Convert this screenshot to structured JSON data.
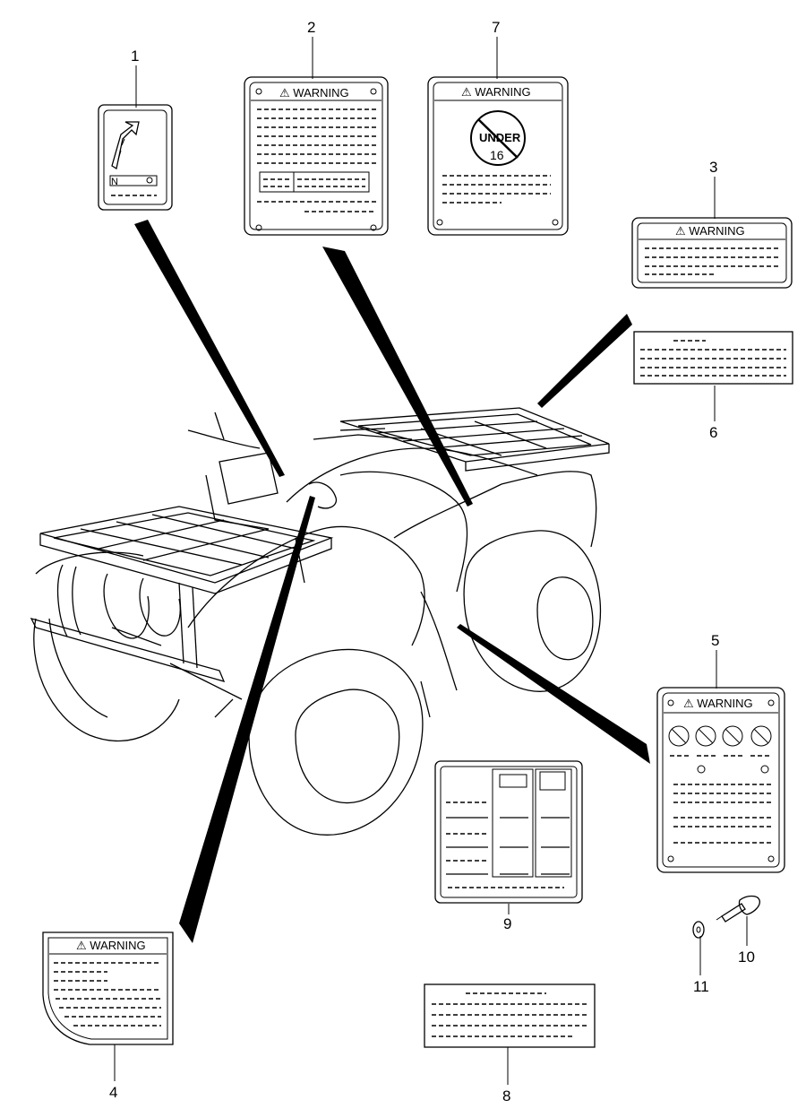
{
  "callouts": [
    "1",
    "2",
    "3",
    "4",
    "5",
    "6",
    "7",
    "8",
    "9",
    "10",
    "11"
  ],
  "labels": {
    "warning_2": "WARNING",
    "warning_7": "WARNING",
    "warning_3": "WARNING",
    "warning_4": "WARNING",
    "warning_5": "WARNING",
    "under_text": "UNDER",
    "age_text": "16",
    "neutral_mark": "N"
  }
}
